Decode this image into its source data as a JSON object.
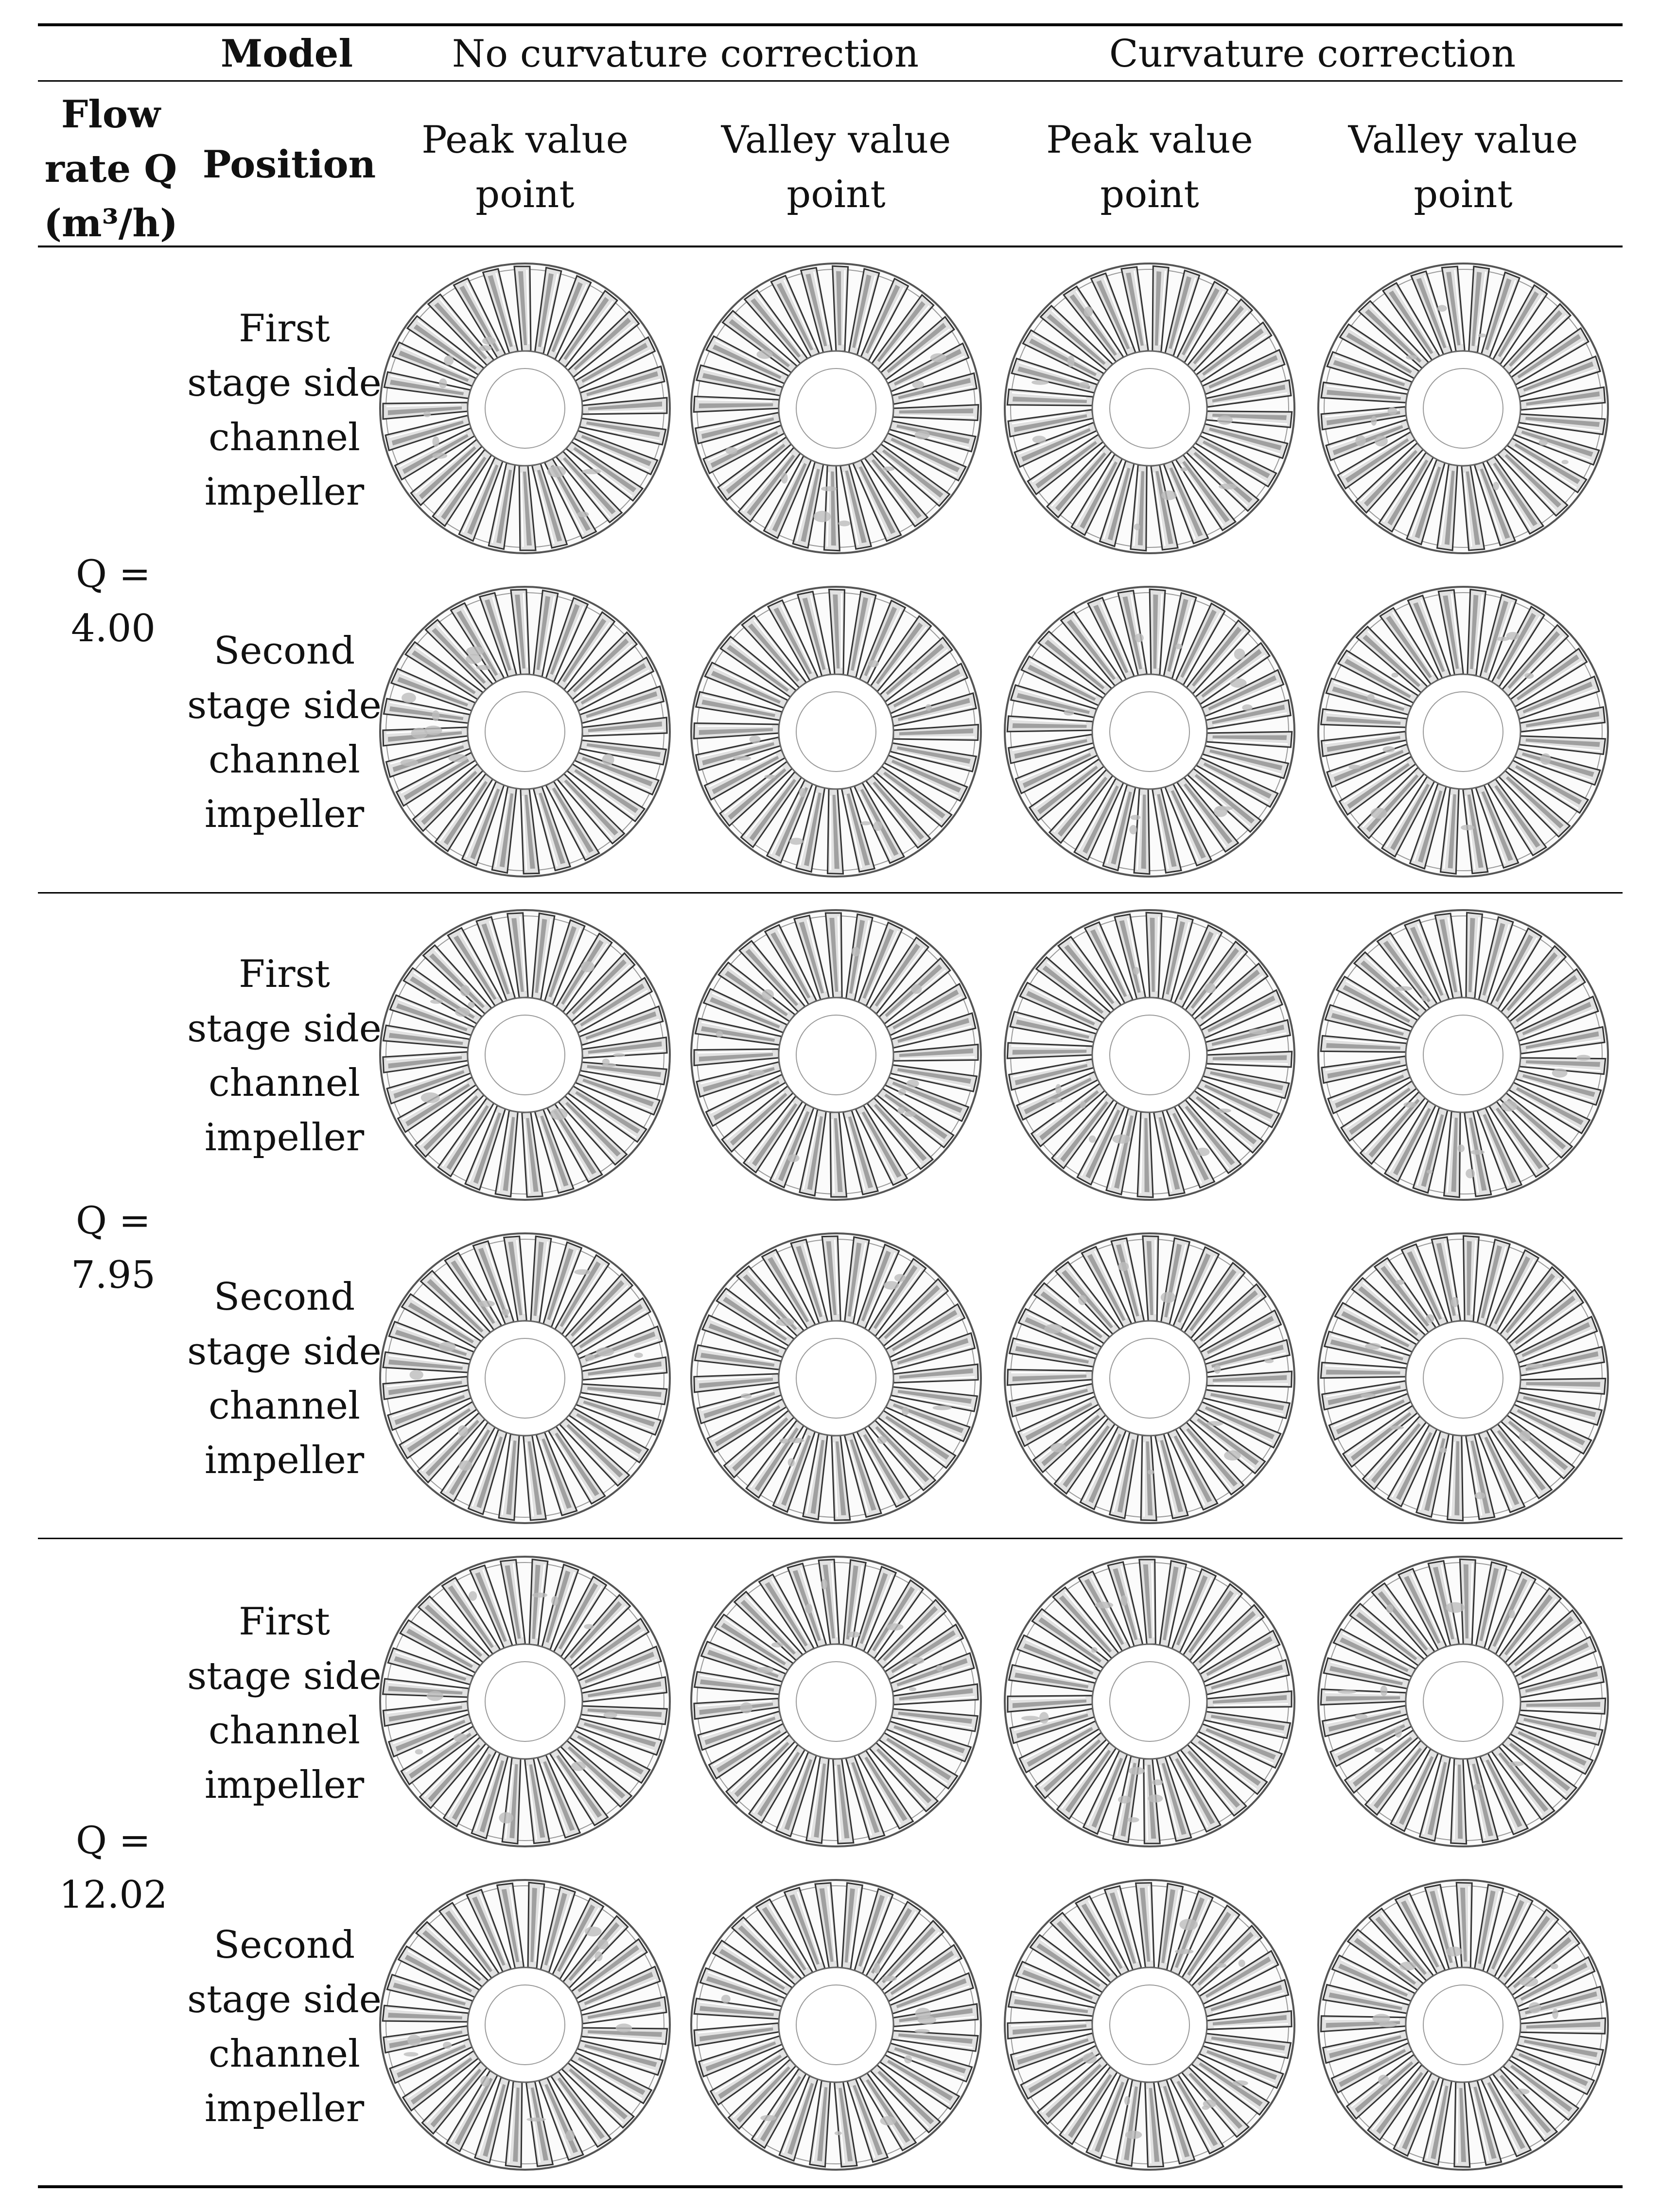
{
  "header": {
    "model_label": "Model",
    "group_no_correction": "No curvature correction",
    "group_correction": "Curvature correction",
    "flow_rate_label_lines": [
      "Flow",
      "rate Q",
      "(m³/h)"
    ],
    "position_label": "Position",
    "columns": [
      [
        "Peak value",
        "point"
      ],
      [
        "Valley value",
        "point"
      ],
      [
        "Peak value",
        "point"
      ],
      [
        "Valley value",
        "point"
      ]
    ]
  },
  "rows": [
    {
      "flow_lines": [
        "Q = 4.00"
      ],
      "positions": [
        [
          "First",
          "stage side",
          "channel",
          "impeller"
        ],
        [
          "Second",
          "stage side",
          "channel",
          "impeller"
        ]
      ]
    },
    {
      "flow_lines": [
        "Q = 7.95"
      ],
      "positions": [
        [
          "First",
          "stage side",
          "channel",
          "impeller"
        ],
        [
          "Second",
          "stage side",
          "channel",
          "impeller"
        ]
      ]
    },
    {
      "flow_lines": [
        "Q =",
        "12.02"
      ],
      "positions": [
        [
          "First",
          "stage side",
          "channel",
          "impeller"
        ],
        [
          "Second",
          "stage side",
          "channel",
          "impeller"
        ]
      ]
    }
  ],
  "colors": {
    "line": "#000000",
    "impeller": "#8a8a8a"
  }
}
